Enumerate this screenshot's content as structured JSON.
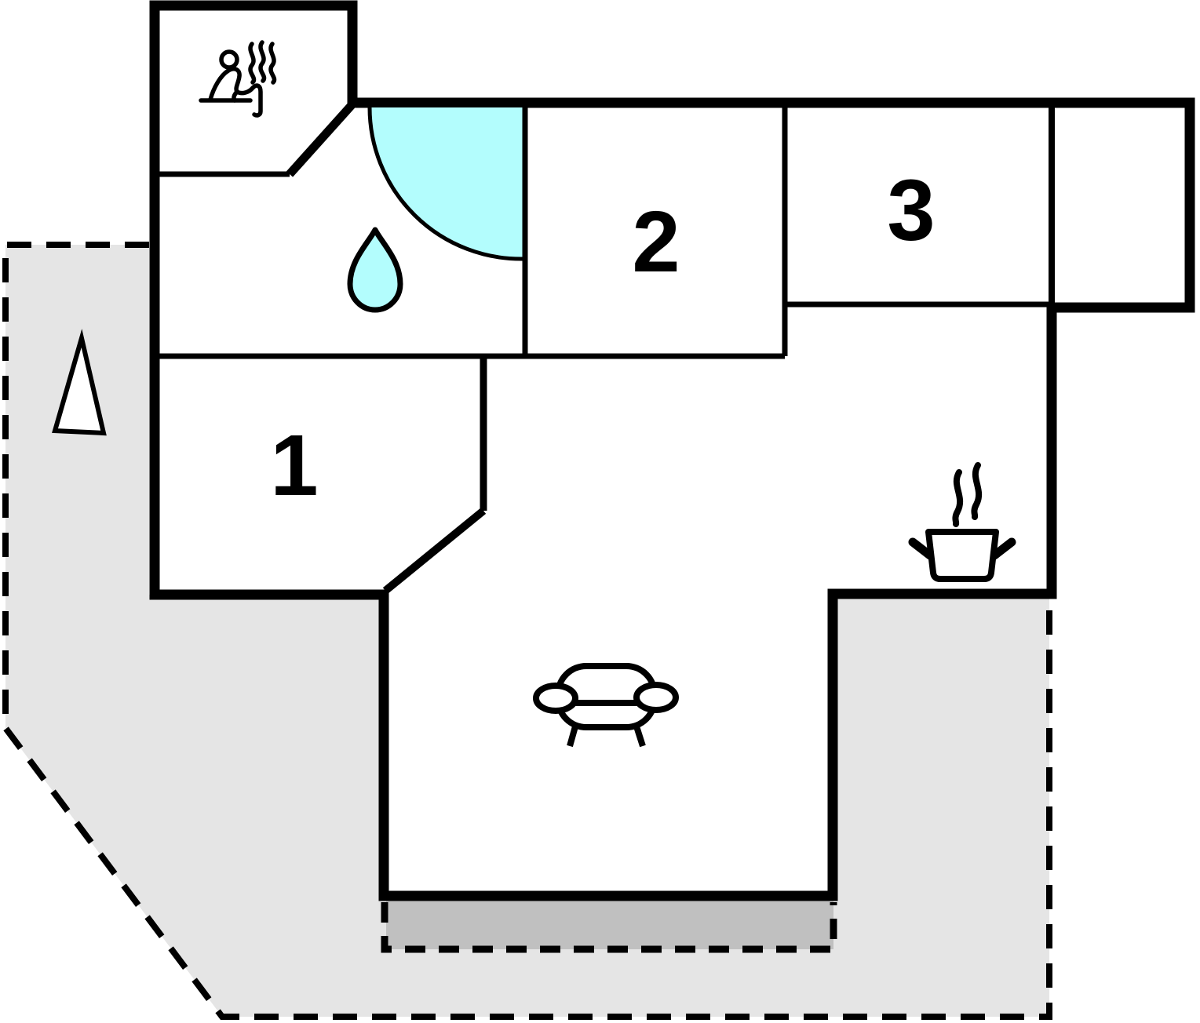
{
  "plan": {
    "type": "holiday-house-floor-plan",
    "room_labels": {
      "room1": "1",
      "room2": "2",
      "room3": "3"
    },
    "colors": {
      "water": "#b3fdfd",
      "terrace": "#e5e5e5",
      "patio": "#c0c0c0",
      "wall": "#000000",
      "steam": "#8c8c8c",
      "floor": "#ffffff"
    },
    "icons": {
      "sauna": "sauna-person-with-steam",
      "bathroom": "water-drop",
      "shower": "shower-quarter-circle",
      "kitchen": "steaming-pot",
      "living_room": "sofa",
      "orientation": "north-arrow"
    }
  }
}
